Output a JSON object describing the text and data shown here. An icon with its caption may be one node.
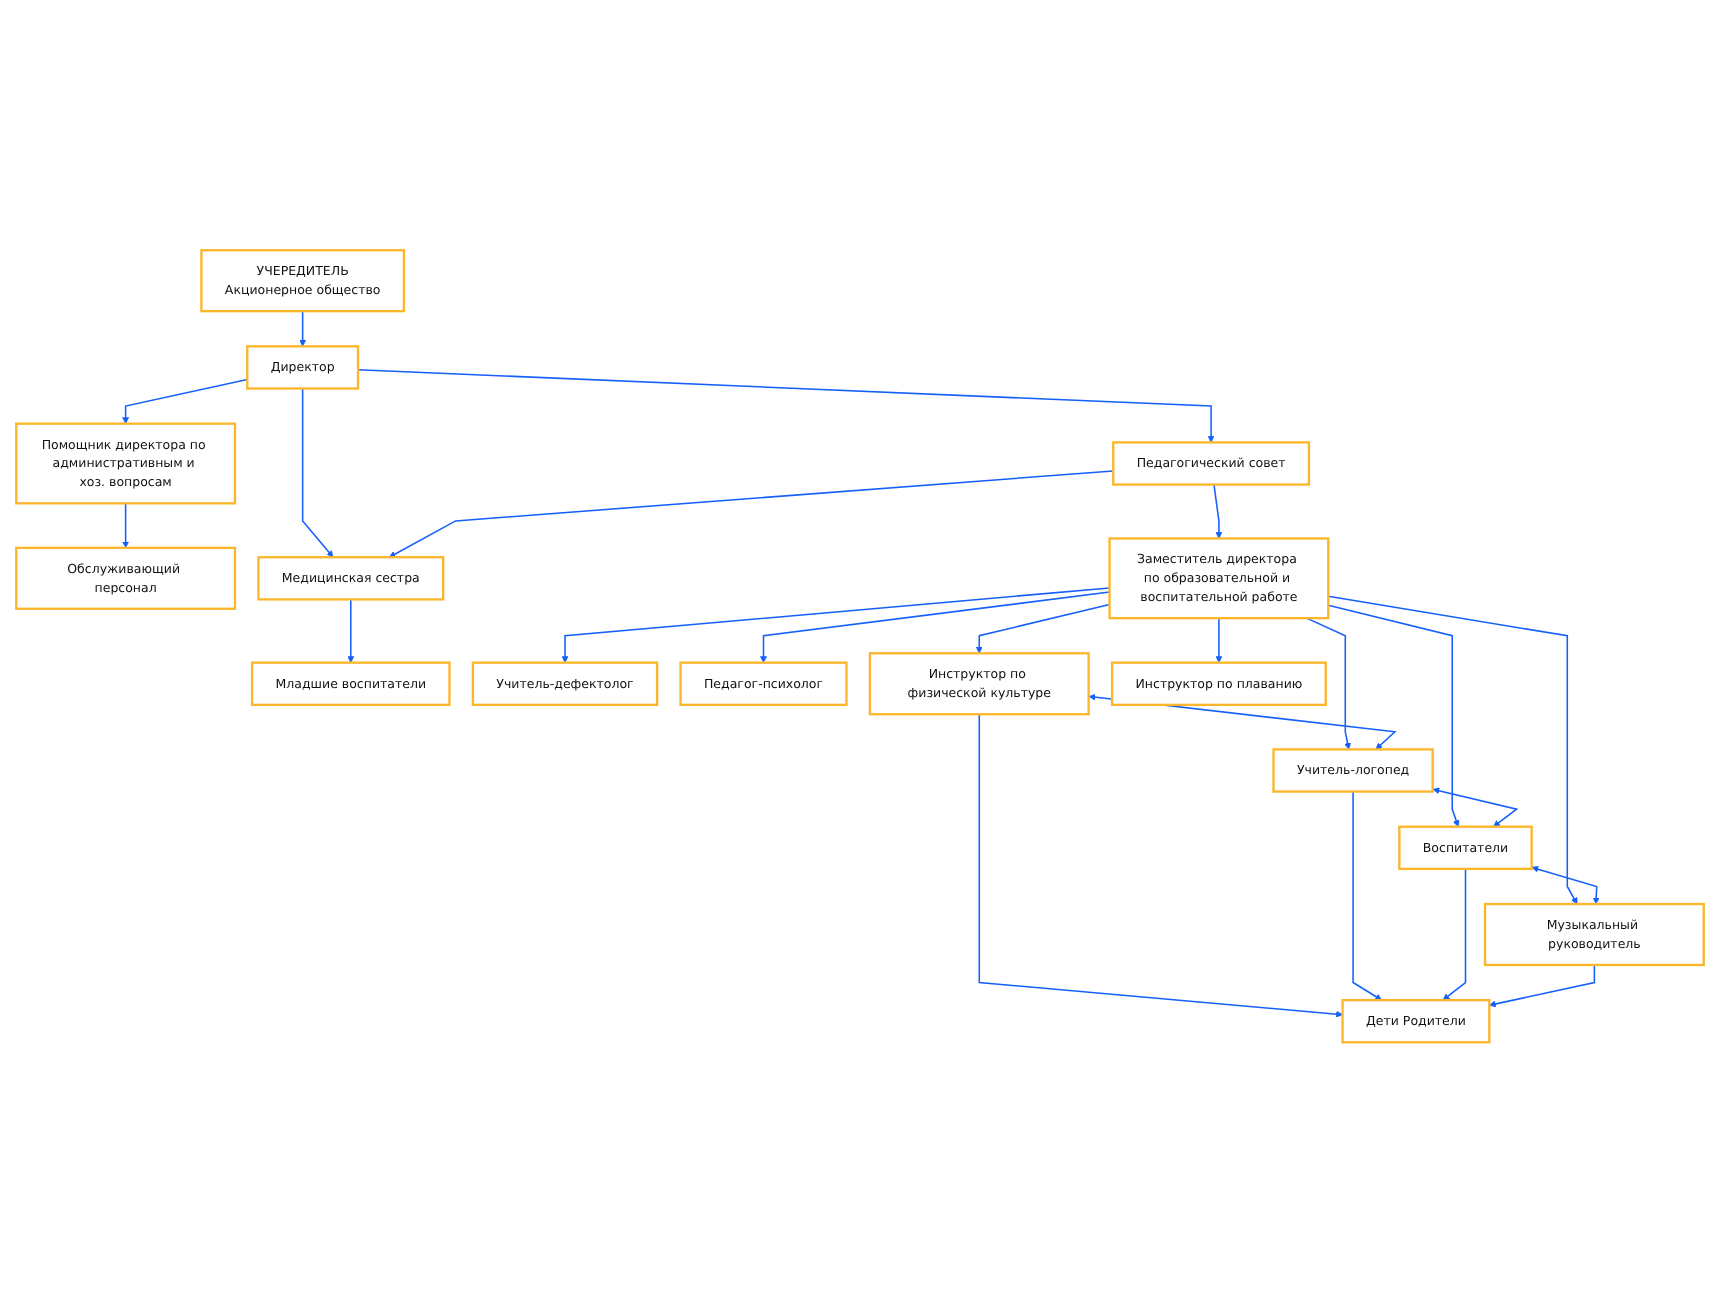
{
  "diagram": {
    "nodes": [
      {
        "text": [
          "УЧЕРЕДИТЕЛЬ",
          "Акционерное общество"
        ]
      },
      {
        "text": [
          "Помощник директора по административным и хоз. вопросам"
        ]
      },
      {
        "text": [
          "Директор"
        ]
      },
      {
        "text": [
          "Педагогический совет"
        ]
      },
      {
        "text": [
          "Обслуживающий персонал"
        ]
      },
      {
        "text": [
          "Заместитель директора по образовательной и воспитательной работе"
        ]
      },
      {
        "text": [
          "Медицинская сестра"
        ]
      },
      {
        "text": [
          "Младшие воспитатели"
        ]
      },
      {
        "text": [
          "Учитель-дефектолог"
        ]
      },
      {
        "text": [
          "Педагог-психолог"
        ]
      },
      {
        "text": [
          "Инструктор по физической культуре"
        ]
      },
      {
        "text": [
          "Учитель-логопед"
        ]
      },
      {
        "text": [
          "Воспитатели"
        ]
      },
      {
        "text": [
          "Музыкальный руководитель"
        ]
      },
      {
        "text": [
          "Инструктор по плаванию"
        ]
      },
      {
        "text": [
          "Дети Родители"
        ]
      }
    ],
    "edges": [
      {
        "from": 0,
        "to": 2,
        "arrow": "to"
      },
      {
        "from": 2,
        "to": 1,
        "arrow": "to"
      },
      {
        "from": 1,
        "to": 4,
        "arrow": "to"
      },
      {
        "from": 2,
        "to": 3,
        "arrow": "to"
      },
      {
        "from": 2,
        "to": 6,
        "arrow": "to"
      },
      {
        "from": 3,
        "to": 5,
        "arrow": "to"
      },
      {
        "from": 3,
        "to": 6,
        "arrow": "to"
      },
      {
        "from": 6,
        "to": 7,
        "arrow": "to"
      },
      {
        "from": 5,
        "to": 8,
        "arrow": "to"
      },
      {
        "from": 5,
        "to": 9,
        "arrow": "to"
      },
      {
        "from": 5,
        "to": 11,
        "arrow": "to"
      },
      {
        "from": 5,
        "to": 12,
        "arrow": "to"
      },
      {
        "from": 5,
        "to": 13,
        "arrow": "to"
      },
      {
        "from": 5,
        "to": 10,
        "arrow": "to"
      },
      {
        "from": 5,
        "to": 14,
        "arrow": "to"
      },
      {
        "from": 10,
        "to": 11,
        "arrow": "both"
      },
      {
        "from": 11,
        "to": 12,
        "arrow": "both"
      },
      {
        "from": 12,
        "to": 13,
        "arrow": "both"
      },
      {
        "from": 10,
        "to": 15,
        "arrow": "to"
      },
      {
        "from": 11,
        "to": 15,
        "arrow": "to"
      },
      {
        "from": 12,
        "to": 15,
        "arrow": "to"
      },
      {
        "from": 13,
        "to": 15,
        "arrow": "to"
      }
    ]
  }
}
